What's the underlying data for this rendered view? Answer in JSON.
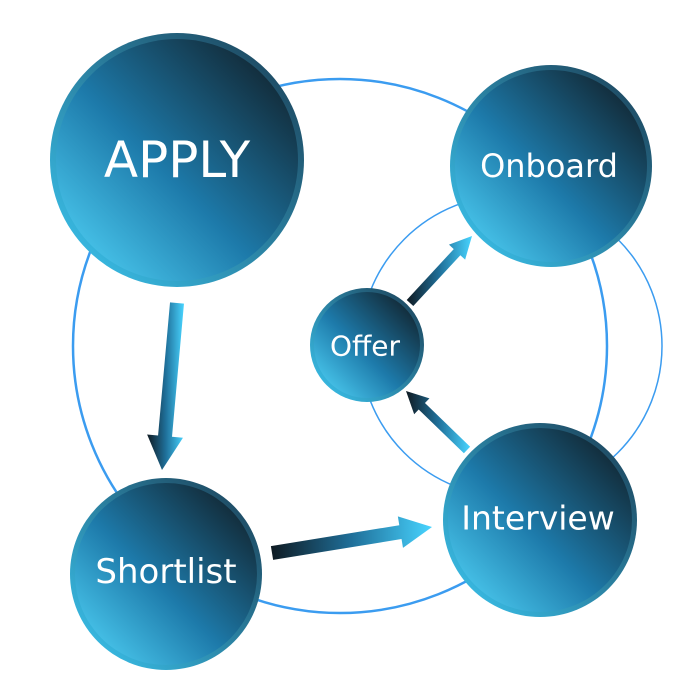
{
  "nodes": {
    "apply": "APPLY",
    "onboard": "Onboard",
    "offer": "Offer",
    "interview": "Interview",
    "shortlist": "Shortlist"
  },
  "edges": [
    {
      "from": "APPLY",
      "to": "Shortlist"
    },
    {
      "from": "Shortlist",
      "to": "Interview"
    },
    {
      "from": "Interview",
      "to": "Offer"
    },
    {
      "from": "Offer",
      "to": "Onboard"
    }
  ],
  "colors": {
    "ring": "#3b9cf0",
    "node_light": "#4fd6ff",
    "node_dark": "#101820"
  }
}
